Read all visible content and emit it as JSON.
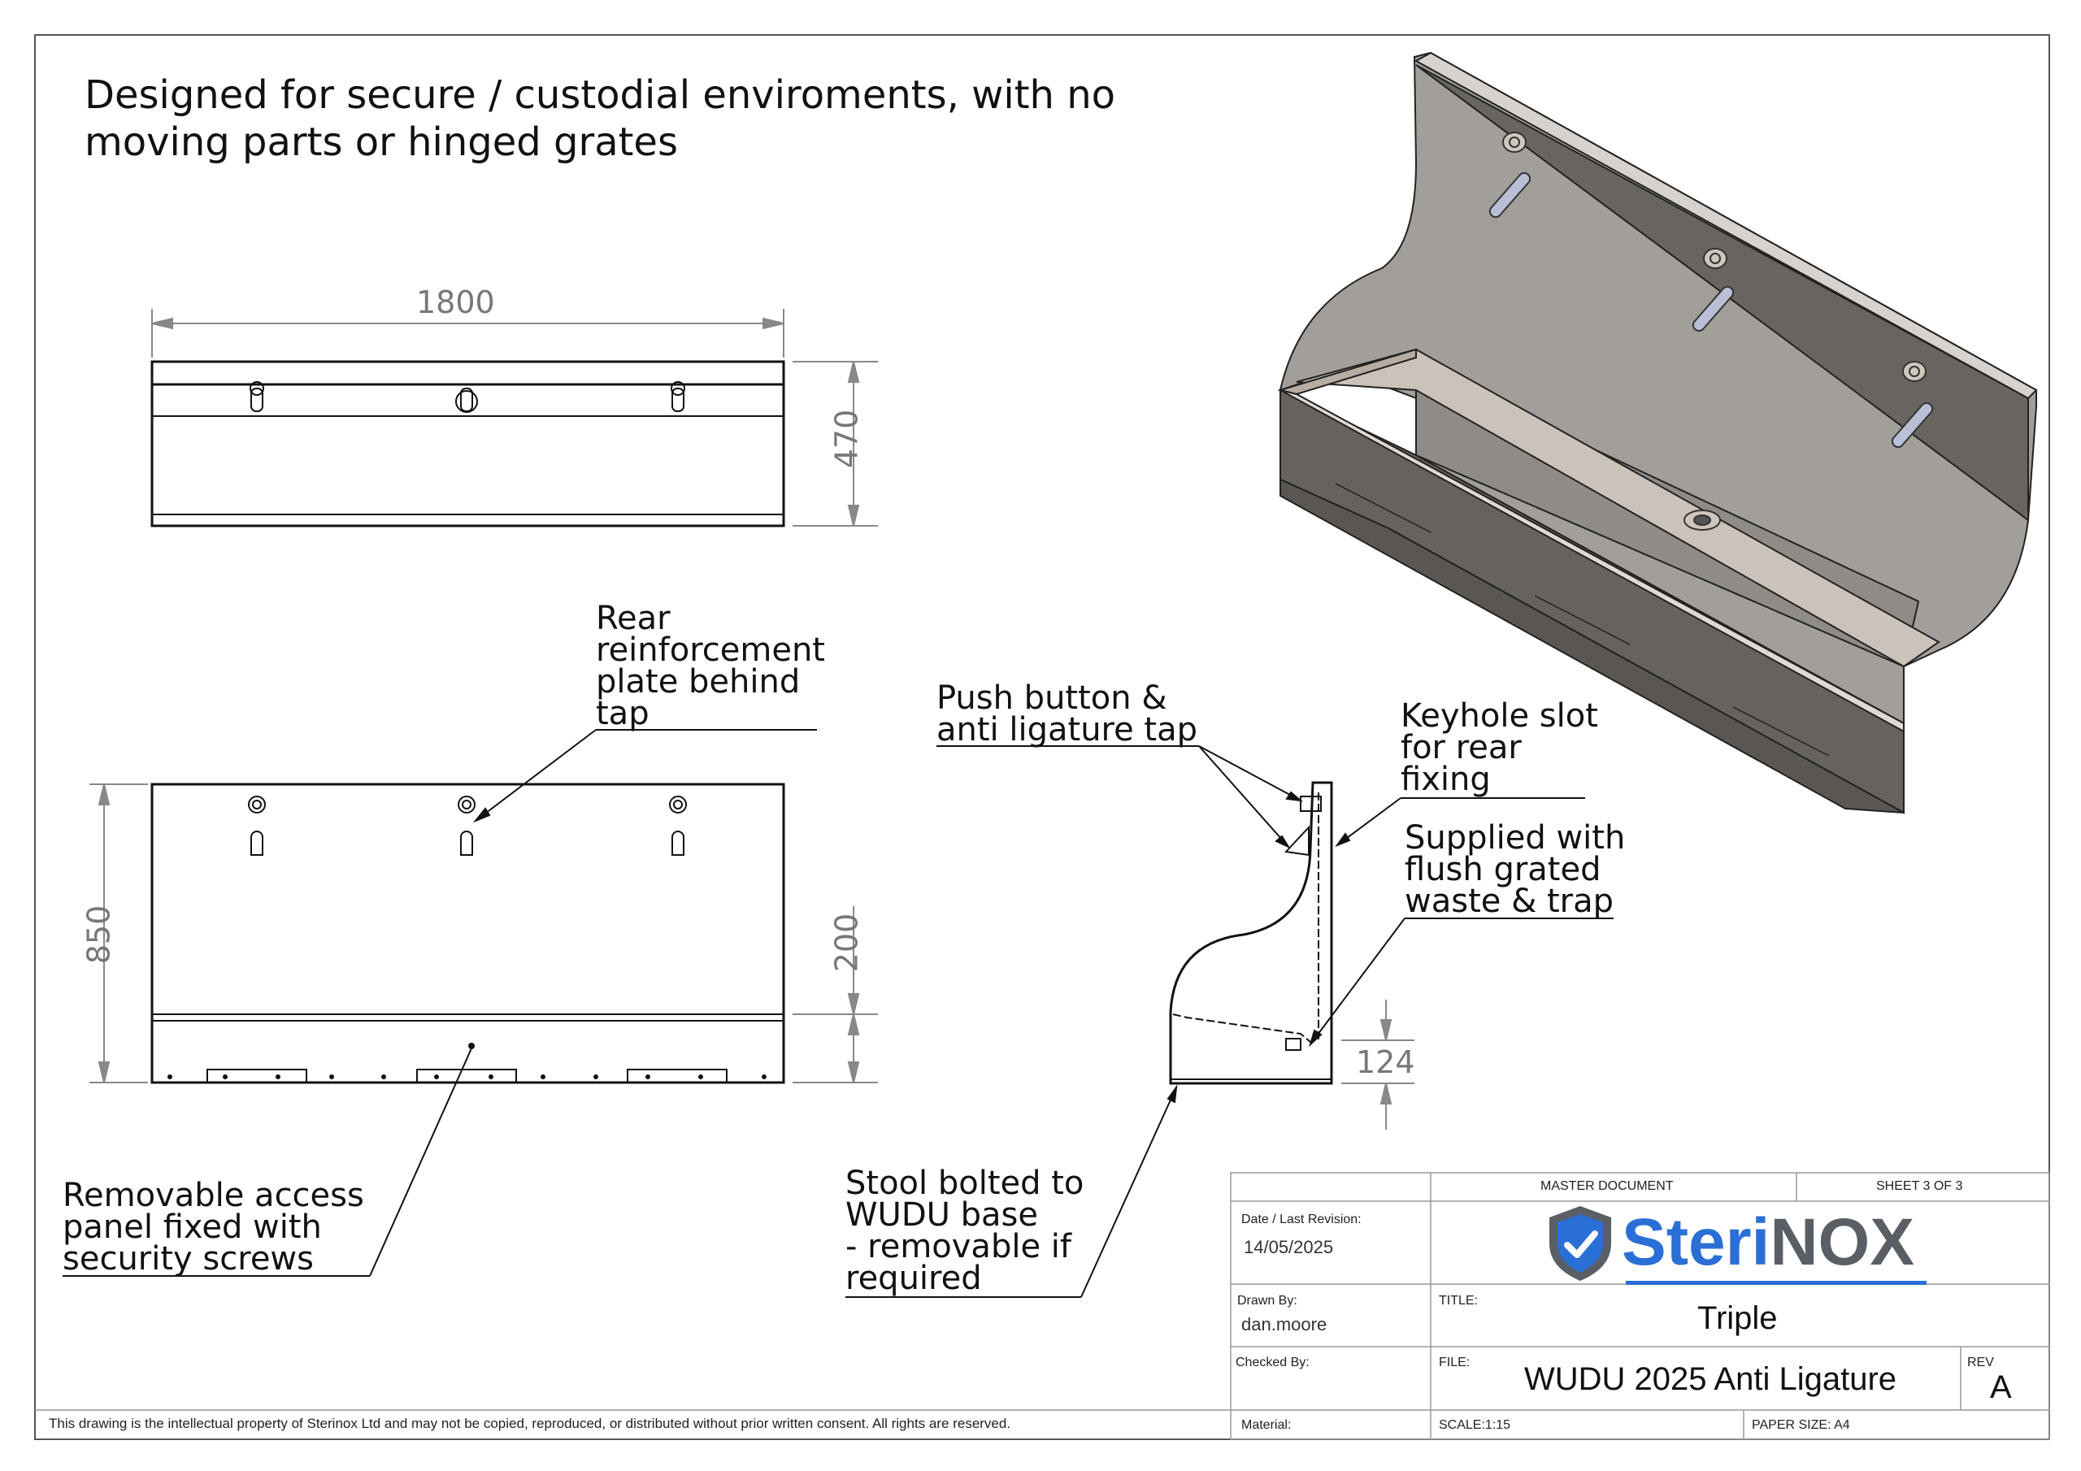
{
  "headline": "Designed for secure / custodial enviroments, with no\nmoving parts or hinged grates",
  "dimensions": {
    "top_width": "1800",
    "top_depth": "470",
    "front_height": "850",
    "front_lower": "200",
    "side_step": "124"
  },
  "callouts": {
    "rear_plate": "Rear\nreinforcement\nplate behind\ntap",
    "push_button": "Push button &\nanti ligature tap",
    "keyhole": "Keyhole slot\nfor rear\nfixing",
    "supplied": "Supplied with\nflush grated\nwaste & trap",
    "access_panel": "Removable access\npanel fixed with\nsecurity screws",
    "stool": "Stool bolted to\nWUDU base\n- removable if\nrequired"
  },
  "title_block": {
    "master": "MASTER DOCUMENT",
    "sheet": "SHEET 3 OF 3",
    "date_label": "Date / Last Revision:",
    "date_value": "14/05/2025",
    "drawn_label": "Drawn By:",
    "drawn_value": "dan.moore",
    "checked_label": "Checked By:",
    "title_label": "TITLE:",
    "title_value": "Triple",
    "file_label": "FILE:",
    "file_value": "WUDU 2025 Anti Ligature",
    "rev_label": "REV",
    "rev_value": "A",
    "material_label": "Material:",
    "scale": "SCALE:1:15",
    "paper": "PAPER SIZE: A4"
  },
  "logo": {
    "icon": "shield-check-icon",
    "text_a": "Steri",
    "text_b": "NOX",
    "color_a": "#2a6fd6",
    "color_b": "#5a5f66"
  },
  "footer": "This drawing is the intellectual property of Sterinox Ltd and may not be copied, reproduced, or distributed without prior written consent. All rights are reserved."
}
